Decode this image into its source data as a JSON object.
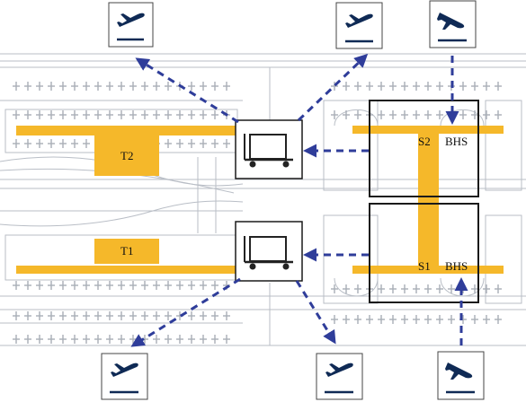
{
  "diagram": {
    "labels": {
      "t2": "T2",
      "t1": "T1",
      "s2": "S2",
      "s1": "S1",
      "bhs_top": "BHS",
      "bhs_bottom": "BHS"
    },
    "icons": {
      "departure": "airplane-takeoff-icon",
      "arrival": "airplane-landing-icon",
      "baggage": "baggage-cart-icon"
    },
    "colors": {
      "terminal_fill": "#f5b82a",
      "flow_arrow": "#2f3d9a",
      "plan_lines": "#b9bec6",
      "box_border": "#1a1a1a",
      "icon_fg": "#0f2a55"
    }
  }
}
